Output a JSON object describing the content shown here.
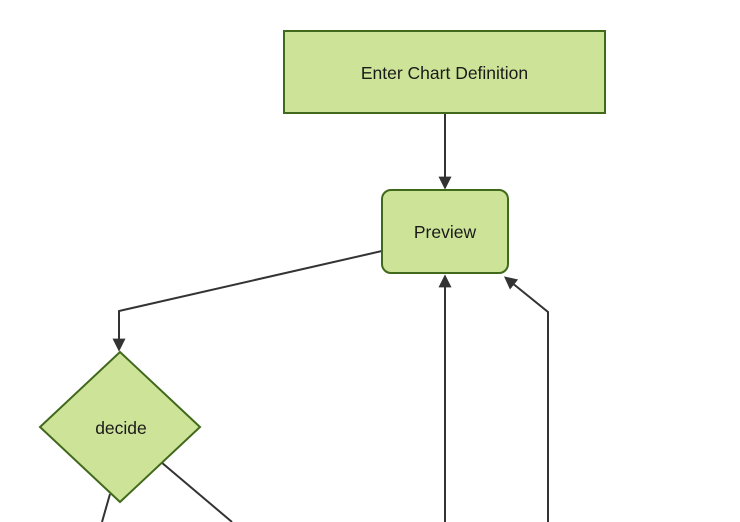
{
  "diagram": {
    "type": "flowchart",
    "direction": "top-down",
    "colors": {
      "background": "#ffffff",
      "node_fill": "#cde498",
      "node_border": "#41691c",
      "edge_color": "#333333",
      "text_color": "#1a1a1a"
    },
    "nodes": [
      {
        "id": "enter-chart-definition",
        "label": "Enter Chart Definition",
        "shape": "rectangle"
      },
      {
        "id": "preview",
        "label": "Preview",
        "shape": "rounded-rectangle"
      },
      {
        "id": "decide",
        "label": "decide",
        "shape": "diamond"
      }
    ],
    "edges": [
      {
        "from": "enter-chart-definition",
        "to": "preview",
        "arrowhead": true
      },
      {
        "from": "preview",
        "to": "decide",
        "arrowhead": true
      },
      {
        "from": "decide",
        "to": "offscreen-bottom-left",
        "arrowhead": false
      },
      {
        "from": "decide",
        "to": "offscreen-bottom-right",
        "arrowhead": false
      },
      {
        "from": "offscreen-bottom-center",
        "to": "preview",
        "arrowhead": true
      },
      {
        "from": "offscreen-bottom-right",
        "to": "preview",
        "arrowhead": true
      }
    ]
  }
}
